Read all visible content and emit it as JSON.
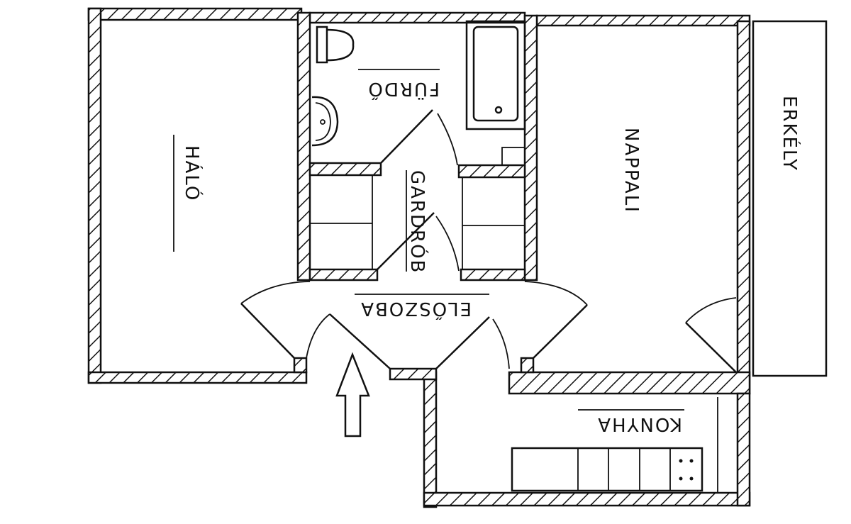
{
  "rooms": {
    "bedroom": "HÁLÓ",
    "bathroom": "FÜRDŐ",
    "wardrobe": "GARDRÓB",
    "living_room": "NAPPALI",
    "balcony": "ERKÉLY",
    "hallway": "ELŐSZOBA",
    "kitchen": "KONYHA"
  }
}
